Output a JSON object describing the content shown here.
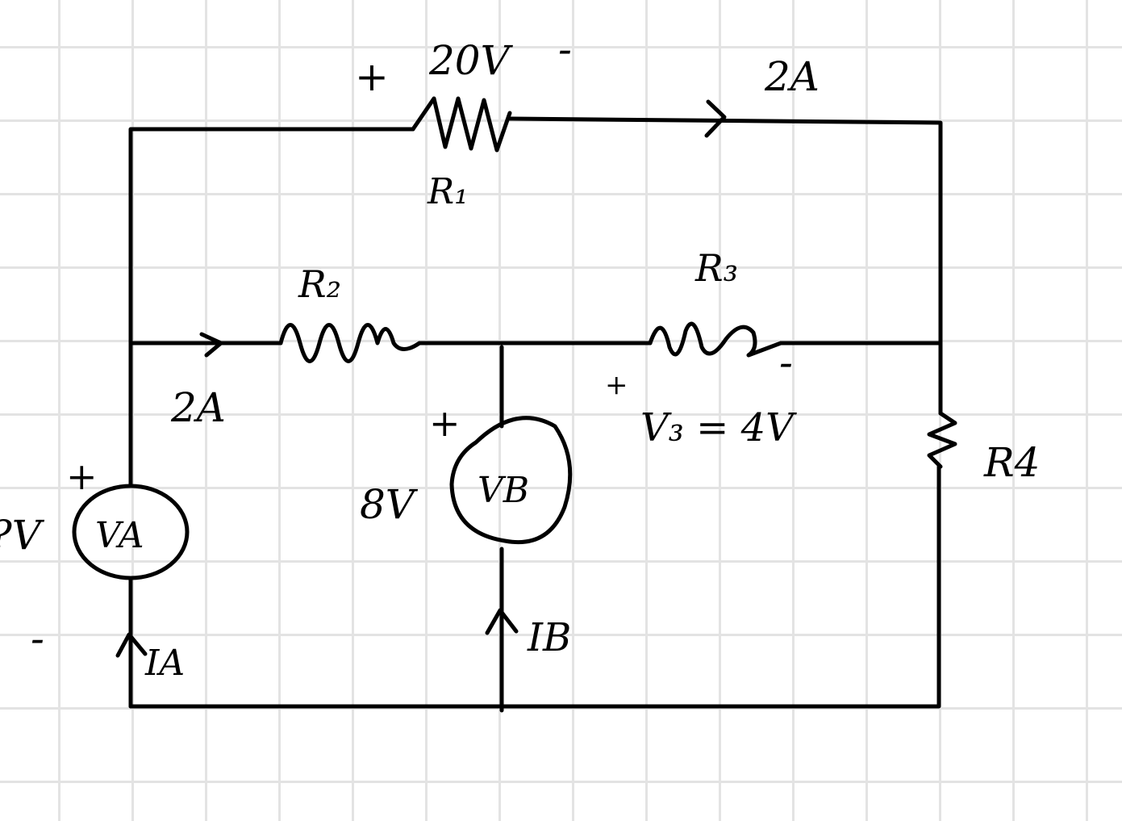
{
  "diagram": {
    "r1": {
      "label": "R₁",
      "voltage": "20V",
      "plus": "+",
      "minus": "-",
      "current": "2A"
    },
    "r2": {
      "label": "R₂",
      "current": "2A"
    },
    "r3": {
      "label": "R₃",
      "voltage": "V₃ = 4V",
      "plus": "+",
      "minus": "-"
    },
    "r4": {
      "label": "R4"
    },
    "va": {
      "label": "VA",
      "voltage": "?V",
      "plus": "+",
      "minus": "-",
      "current": "IA"
    },
    "vb": {
      "label": "VB",
      "voltage": "8V",
      "plus": "+",
      "current": "IB"
    }
  }
}
